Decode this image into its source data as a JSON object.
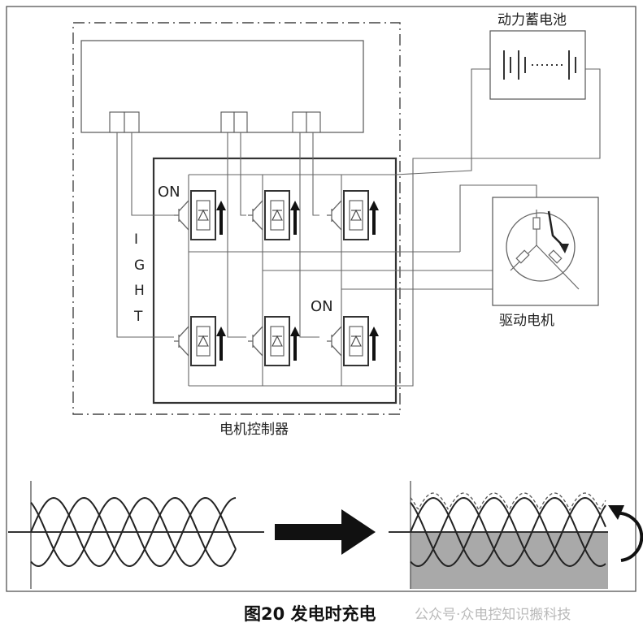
{
  "labels": {
    "battery": "动力蓄电池",
    "motor": "驱动电机",
    "controller": "电机控制器",
    "on_top": "ON",
    "on_bottom": "ON",
    "ight": [
      "I",
      "G",
      "H",
      "T"
    ]
  },
  "caption": "图20 发电时充电",
  "watermark": "公众号·众电控知识搬科技",
  "colors": {
    "line": "#555555",
    "thick": "#333333",
    "arrow": "#111111",
    "fill_gray": "#a9a9a9"
  }
}
